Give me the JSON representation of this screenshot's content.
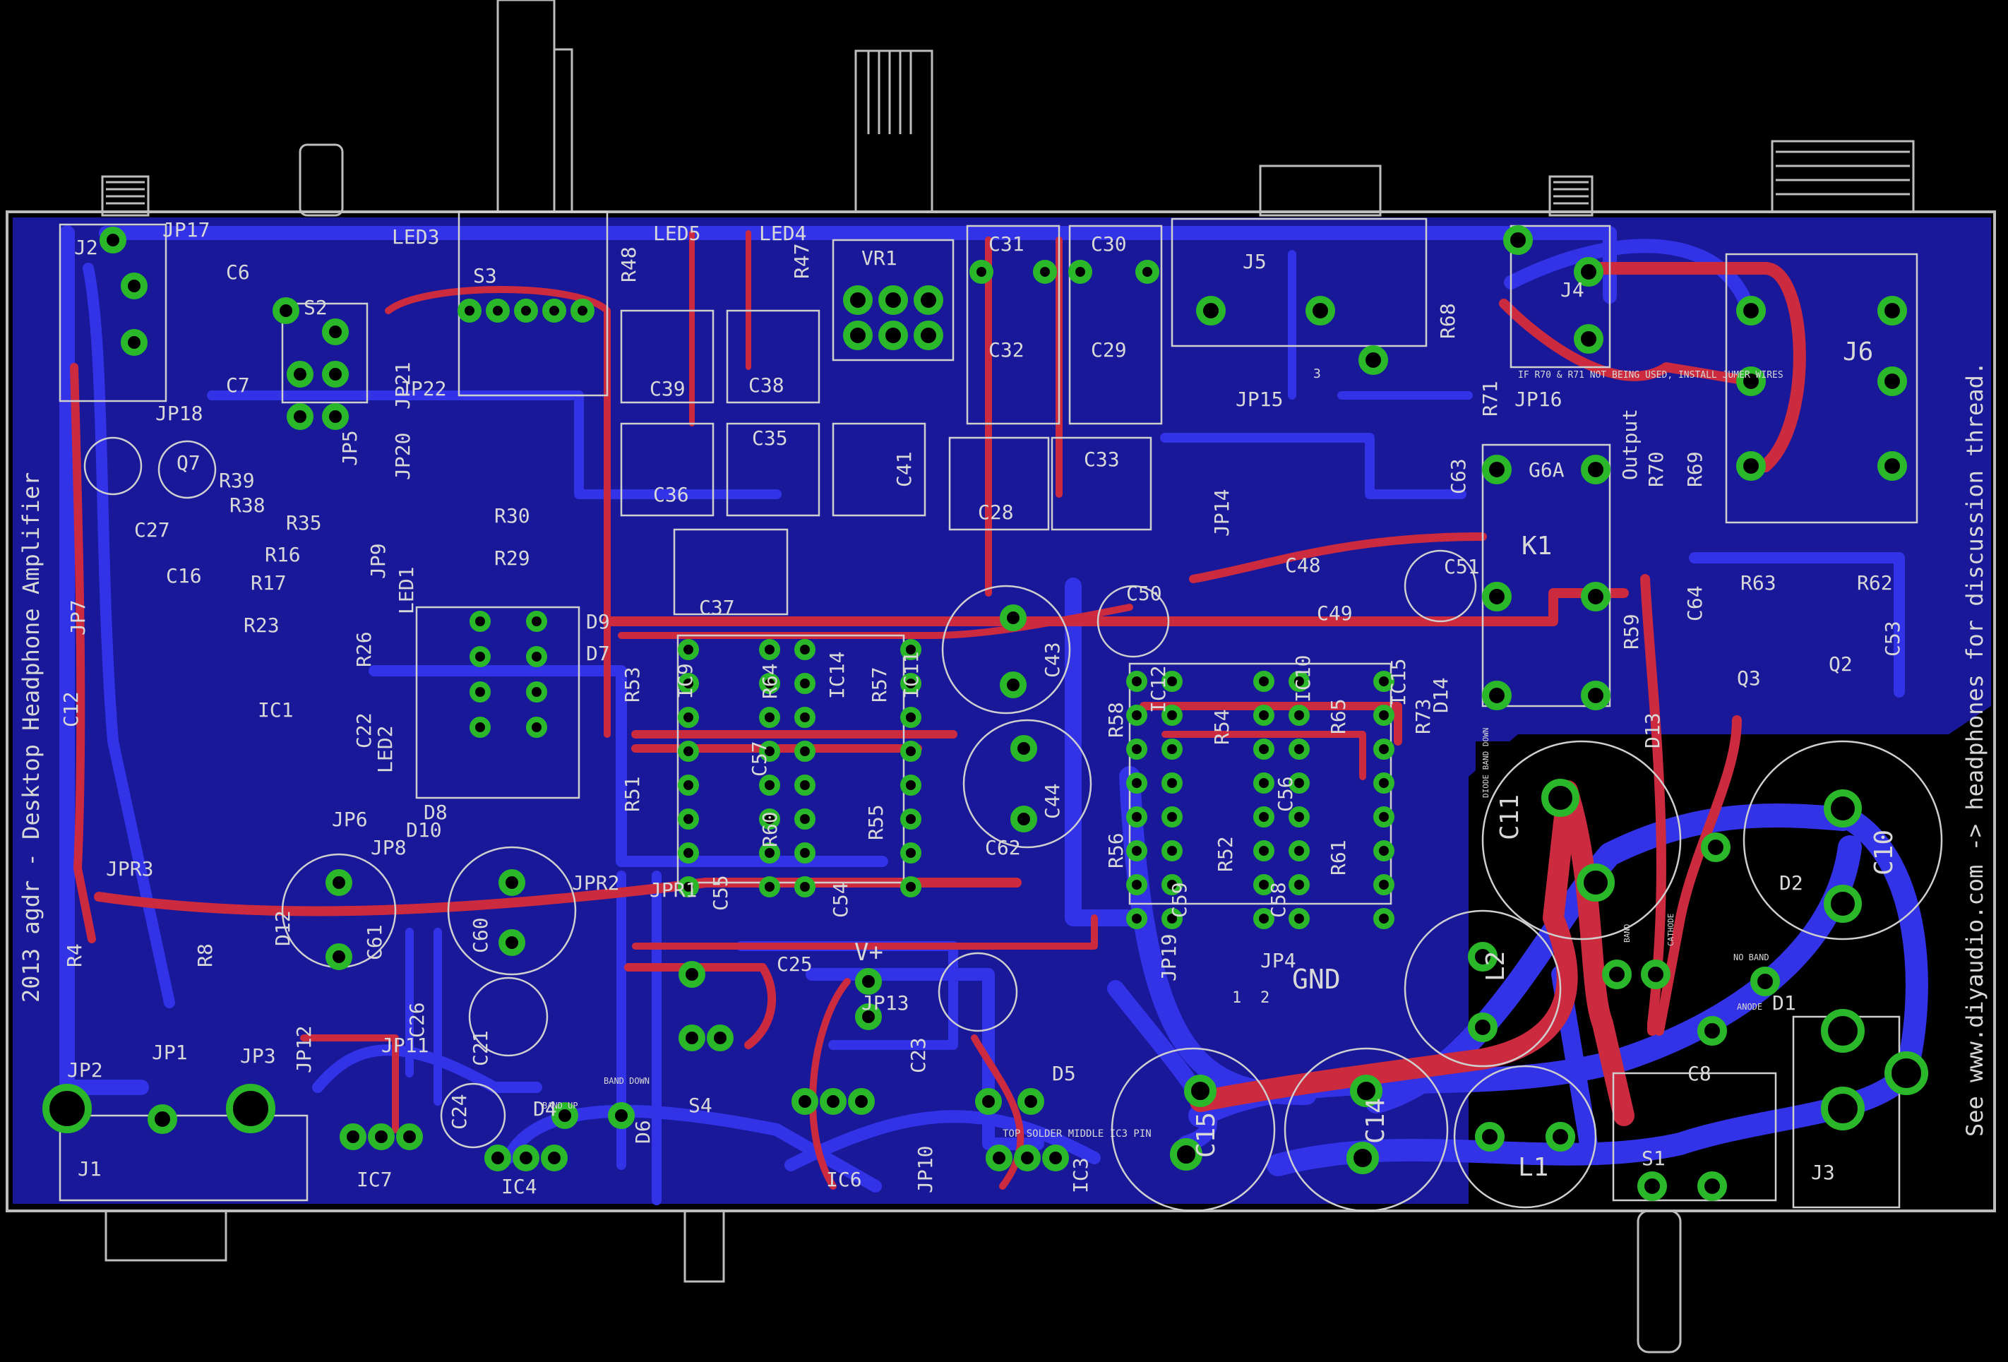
{
  "labels": {
    "title_vertical": "2013 agdr - Desktop Headphone Amplifier",
    "side_note": "See www.diyaudio.com -> headphones for discussion thread.",
    "note_r70": "IF R70 & R71 NOT BEING USED, INSTALL JUMER WIRES",
    "note_solder": "TOP SOLDER MIDDLE IC3 PIN",
    "output": "Output",
    "gnd": "GND",
    "vplus": "V+",
    "band_up": "BAND UP",
    "band_down": "BAND DOWN",
    "diode_band_down": "DIODE BAND DOWN",
    "cathode": "CATHODE",
    "anode": "ANODE",
    "band": "BAND",
    "no_band": "NO BAND",
    "pin1": "1",
    "pin2": "2",
    "pin3": "3"
  },
  "components": [
    {
      "ref": "J1"
    },
    {
      "ref": "J2"
    },
    {
      "ref": "J3"
    },
    {
      "ref": "J4"
    },
    {
      "ref": "J5"
    },
    {
      "ref": "J6"
    },
    {
      "ref": "JP1"
    },
    {
      "ref": "JP2"
    },
    {
      "ref": "JP3"
    },
    {
      "ref": "JP4"
    },
    {
      "ref": "JP5"
    },
    {
      "ref": "JP6"
    },
    {
      "ref": "JP7"
    },
    {
      "ref": "JP8"
    },
    {
      "ref": "JP9"
    },
    {
      "ref": "JP10"
    },
    {
      "ref": "JP11"
    },
    {
      "ref": "JP12"
    },
    {
      "ref": "JP13"
    },
    {
      "ref": "JP14"
    },
    {
      "ref": "JP15"
    },
    {
      "ref": "JP16"
    },
    {
      "ref": "JP17"
    },
    {
      "ref": "JP18"
    },
    {
      "ref": "JP19"
    },
    {
      "ref": "JP20"
    },
    {
      "ref": "JP21"
    },
    {
      "ref": "JP22"
    },
    {
      "ref": "JPR1"
    },
    {
      "ref": "JPR2"
    },
    {
      "ref": "JPR3"
    },
    {
      "ref": "IC1"
    },
    {
      "ref": "IC3"
    },
    {
      "ref": "IC4"
    },
    {
      "ref": "IC6"
    },
    {
      "ref": "IC7"
    },
    {
      "ref": "IC9"
    },
    {
      "ref": "IC10"
    },
    {
      "ref": "IC11"
    },
    {
      "ref": "IC12"
    },
    {
      "ref": "IC14"
    },
    {
      "ref": "IC15"
    },
    {
      "ref": "C10"
    },
    {
      "ref": "C11"
    },
    {
      "ref": "C12"
    },
    {
      "ref": "C14"
    },
    {
      "ref": "C15"
    },
    {
      "ref": "C16"
    },
    {
      "ref": "C21"
    },
    {
      "ref": "C22"
    },
    {
      "ref": "C23"
    },
    {
      "ref": "C24"
    },
    {
      "ref": "C25"
    },
    {
      "ref": "C26"
    },
    {
      "ref": "C27"
    },
    {
      "ref": "C28"
    },
    {
      "ref": "C29"
    },
    {
      "ref": "C30"
    },
    {
      "ref": "C31"
    },
    {
      "ref": "C32"
    },
    {
      "ref": "C33"
    },
    {
      "ref": "C35"
    },
    {
      "ref": "C36"
    },
    {
      "ref": "C37"
    },
    {
      "ref": "C38"
    },
    {
      "ref": "C39"
    },
    {
      "ref": "C41"
    },
    {
      "ref": "C43"
    },
    {
      "ref": "C44"
    },
    {
      "ref": "C48"
    },
    {
      "ref": "C49"
    },
    {
      "ref": "C50"
    },
    {
      "ref": "C51"
    },
    {
      "ref": "C53"
    },
    {
      "ref": "C54"
    },
    {
      "ref": "C55"
    },
    {
      "ref": "C56"
    },
    {
      "ref": "C57"
    },
    {
      "ref": "C58"
    },
    {
      "ref": "C59"
    },
    {
      "ref": "C60"
    },
    {
      "ref": "C61"
    },
    {
      "ref": "C62"
    },
    {
      "ref": "C63"
    },
    {
      "ref": "C64"
    },
    {
      "ref": "C6"
    },
    {
      "ref": "C7"
    },
    {
      "ref": "C8"
    },
    {
      "ref": "R4"
    },
    {
      "ref": "R8"
    },
    {
      "ref": "R16"
    },
    {
      "ref": "R17"
    },
    {
      "ref": "R23"
    },
    {
      "ref": "R26"
    },
    {
      "ref": "R29"
    },
    {
      "ref": "R30"
    },
    {
      "ref": "R35"
    },
    {
      "ref": "R38"
    },
    {
      "ref": "R39"
    },
    {
      "ref": "R48"
    },
    {
      "ref": "R47"
    },
    {
      "ref": "R51"
    },
    {
      "ref": "R52"
    },
    {
      "ref": "R53"
    },
    {
      "ref": "R54"
    },
    {
      "ref": "R55"
    },
    {
      "ref": "R56"
    },
    {
      "ref": "R57"
    },
    {
      "ref": "R58"
    },
    {
      "ref": "R59"
    },
    {
      "ref": "R60"
    },
    {
      "ref": "R61"
    },
    {
      "ref": "R62"
    },
    {
      "ref": "R63"
    },
    {
      "ref": "R64"
    },
    {
      "ref": "R65"
    },
    {
      "ref": "R68"
    },
    {
      "ref": "R69"
    },
    {
      "ref": "R70"
    },
    {
      "ref": "R71"
    },
    {
      "ref": "R73"
    },
    {
      "ref": "LED1"
    },
    {
      "ref": "LED2"
    },
    {
      "ref": "LED3"
    },
    {
      "ref": "LED4"
    },
    {
      "ref": "LED5"
    },
    {
      "ref": "D1"
    },
    {
      "ref": "D2"
    },
    {
      "ref": "D4"
    },
    {
      "ref": "D5"
    },
    {
      "ref": "D6"
    },
    {
      "ref": "D7"
    },
    {
      "ref": "D8"
    },
    {
      "ref": "D9"
    },
    {
      "ref": "D10"
    },
    {
      "ref": "D12"
    },
    {
      "ref": "D13"
    },
    {
      "ref": "D14"
    },
    {
      "ref": "L1"
    },
    {
      "ref": "L2"
    },
    {
      "ref": "K1"
    },
    {
      "ref": "G6A"
    },
    {
      "ref": "Q2"
    },
    {
      "ref": "Q3"
    },
    {
      "ref": "Q7"
    },
    {
      "ref": "S1"
    },
    {
      "ref": "S2"
    },
    {
      "ref": "S3"
    },
    {
      "ref": "S4"
    },
    {
      "ref": "VR1"
    }
  ],
  "colors": {
    "background": "#000000",
    "bottom_copper": "#2b2bd8",
    "top_copper": "#c8283c",
    "pad": "#28b428",
    "silkscreen": "#d0d0d0",
    "outline": "#bdbdbd",
    "drill": "#000000"
  }
}
